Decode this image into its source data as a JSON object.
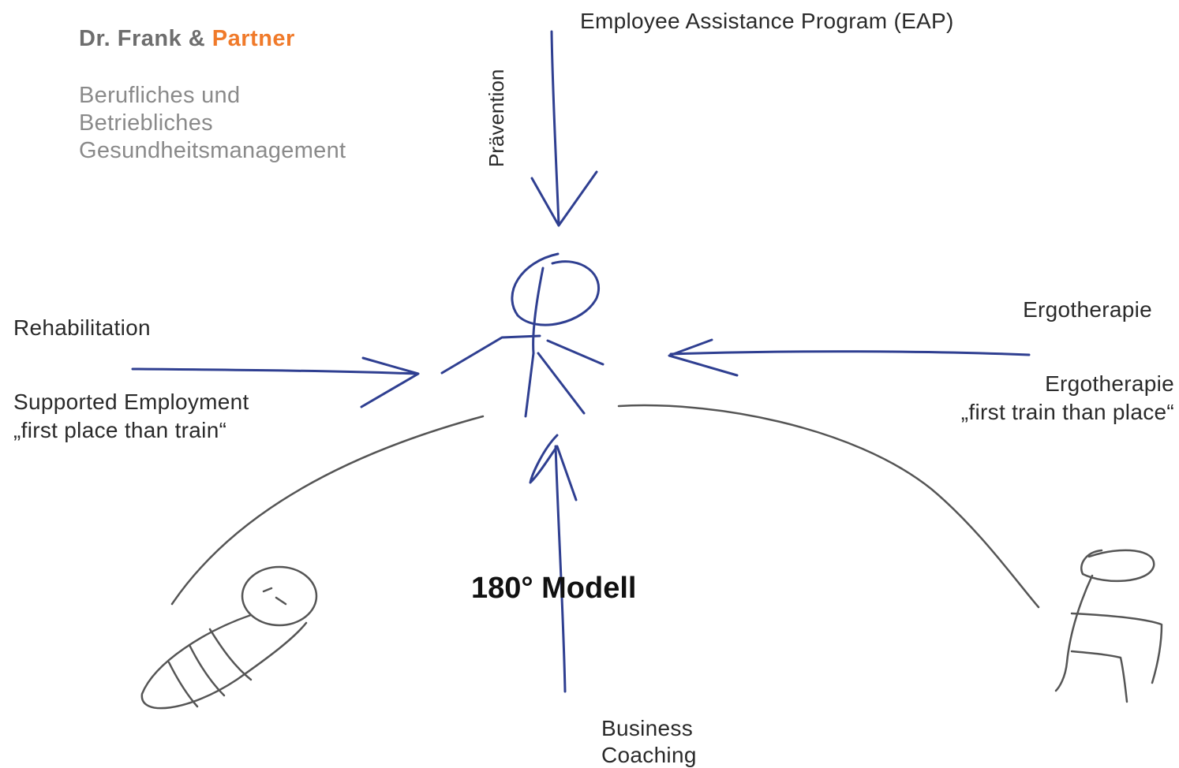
{
  "header": {
    "brand_primary": "Dr. Frank & ",
    "brand_accent": "Partner",
    "subtitle_lines": [
      "Berufliches und",
      "Betriebliches",
      "Gesundheitsmanagement"
    ]
  },
  "diagram": {
    "top_label": "Employee Assistance Program (EAP)",
    "top_arrow_label": "Prävention",
    "left_label_top": "Rehabilitation",
    "left_label_bottom_lines": [
      "Supported Employment",
      "„first place than train“"
    ],
    "right_label_top": "Ergotherapie",
    "right_label_bottom_lines": [
      "Ergotherapie",
      "„first train than place“"
    ],
    "center_title": "180° Modell",
    "bottom_label_lines": [
      "Business",
      "Coaching"
    ]
  },
  "colors": {
    "arrow": "#2f3f91",
    "sketch": "#555555",
    "brand_accent": "#f07a2a"
  },
  "icons": [
    "stick-figure-icon",
    "baby-icon",
    "elderly-person-icon"
  ]
}
